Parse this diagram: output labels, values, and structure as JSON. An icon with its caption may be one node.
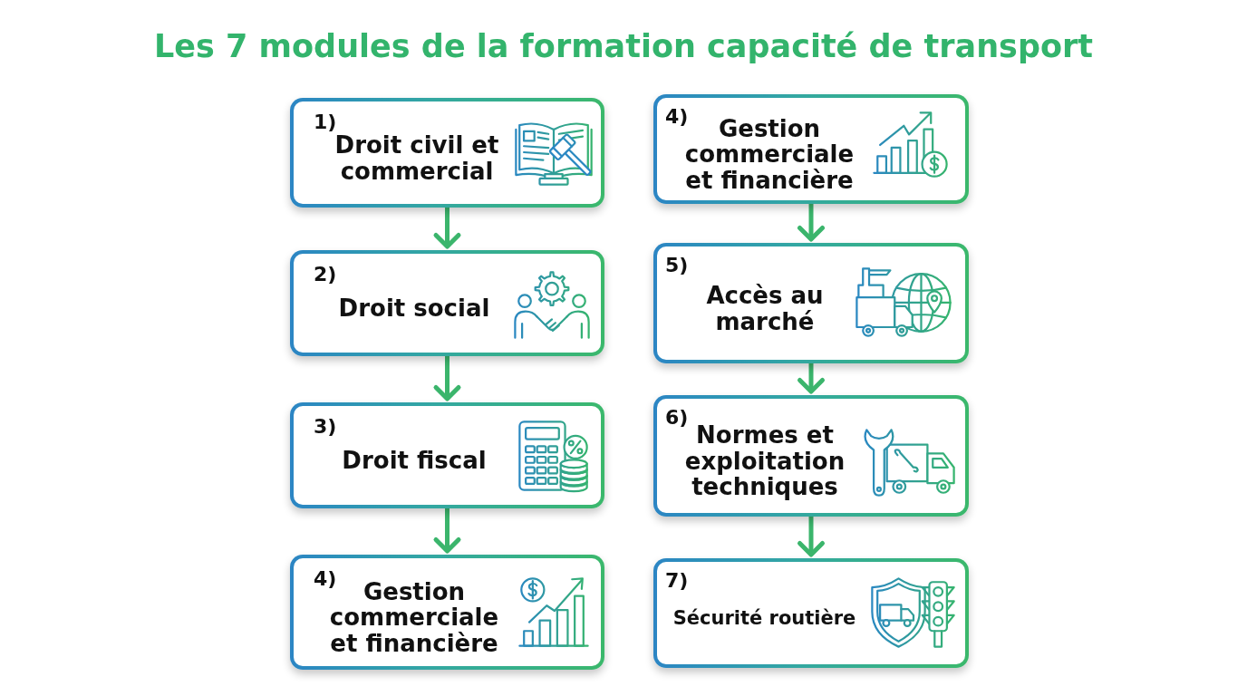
{
  "diagram": {
    "title": "Les 7 modules de la formation capacité de transport",
    "nodes": [
      {
        "text": [
          "1)",
          "Droit civil et commercial"
        ]
      },
      {
        "text": [
          "2)",
          "Droit social"
        ]
      },
      {
        "text": [
          "3)",
          "Droit fiscal"
        ]
      },
      {
        "text": [
          "4)",
          "Gestion commerciale et financière"
        ]
      },
      {
        "text": [
          "4)",
          "Gestion commerciale et financière"
        ]
      },
      {
        "text": [
          "5)",
          "Accès au marché"
        ]
      },
      {
        "text": [
          "6)",
          "Normes et exploitation techniques"
        ]
      },
      {
        "text": [
          "7)",
          "Sécurité routière"
        ]
      }
    ],
    "edges": [
      {
        "from": 0,
        "to": 1,
        "arrow": "to"
      },
      {
        "from": 1,
        "to": 2,
        "arrow": "to"
      },
      {
        "from": 2,
        "to": 3,
        "arrow": "to"
      },
      {
        "from": 4,
        "to": 5,
        "arrow": "to"
      },
      {
        "from": 5,
        "to": 6,
        "arrow": "to"
      },
      {
        "from": 6,
        "to": 7,
        "arrow": "to"
      }
    ]
  }
}
